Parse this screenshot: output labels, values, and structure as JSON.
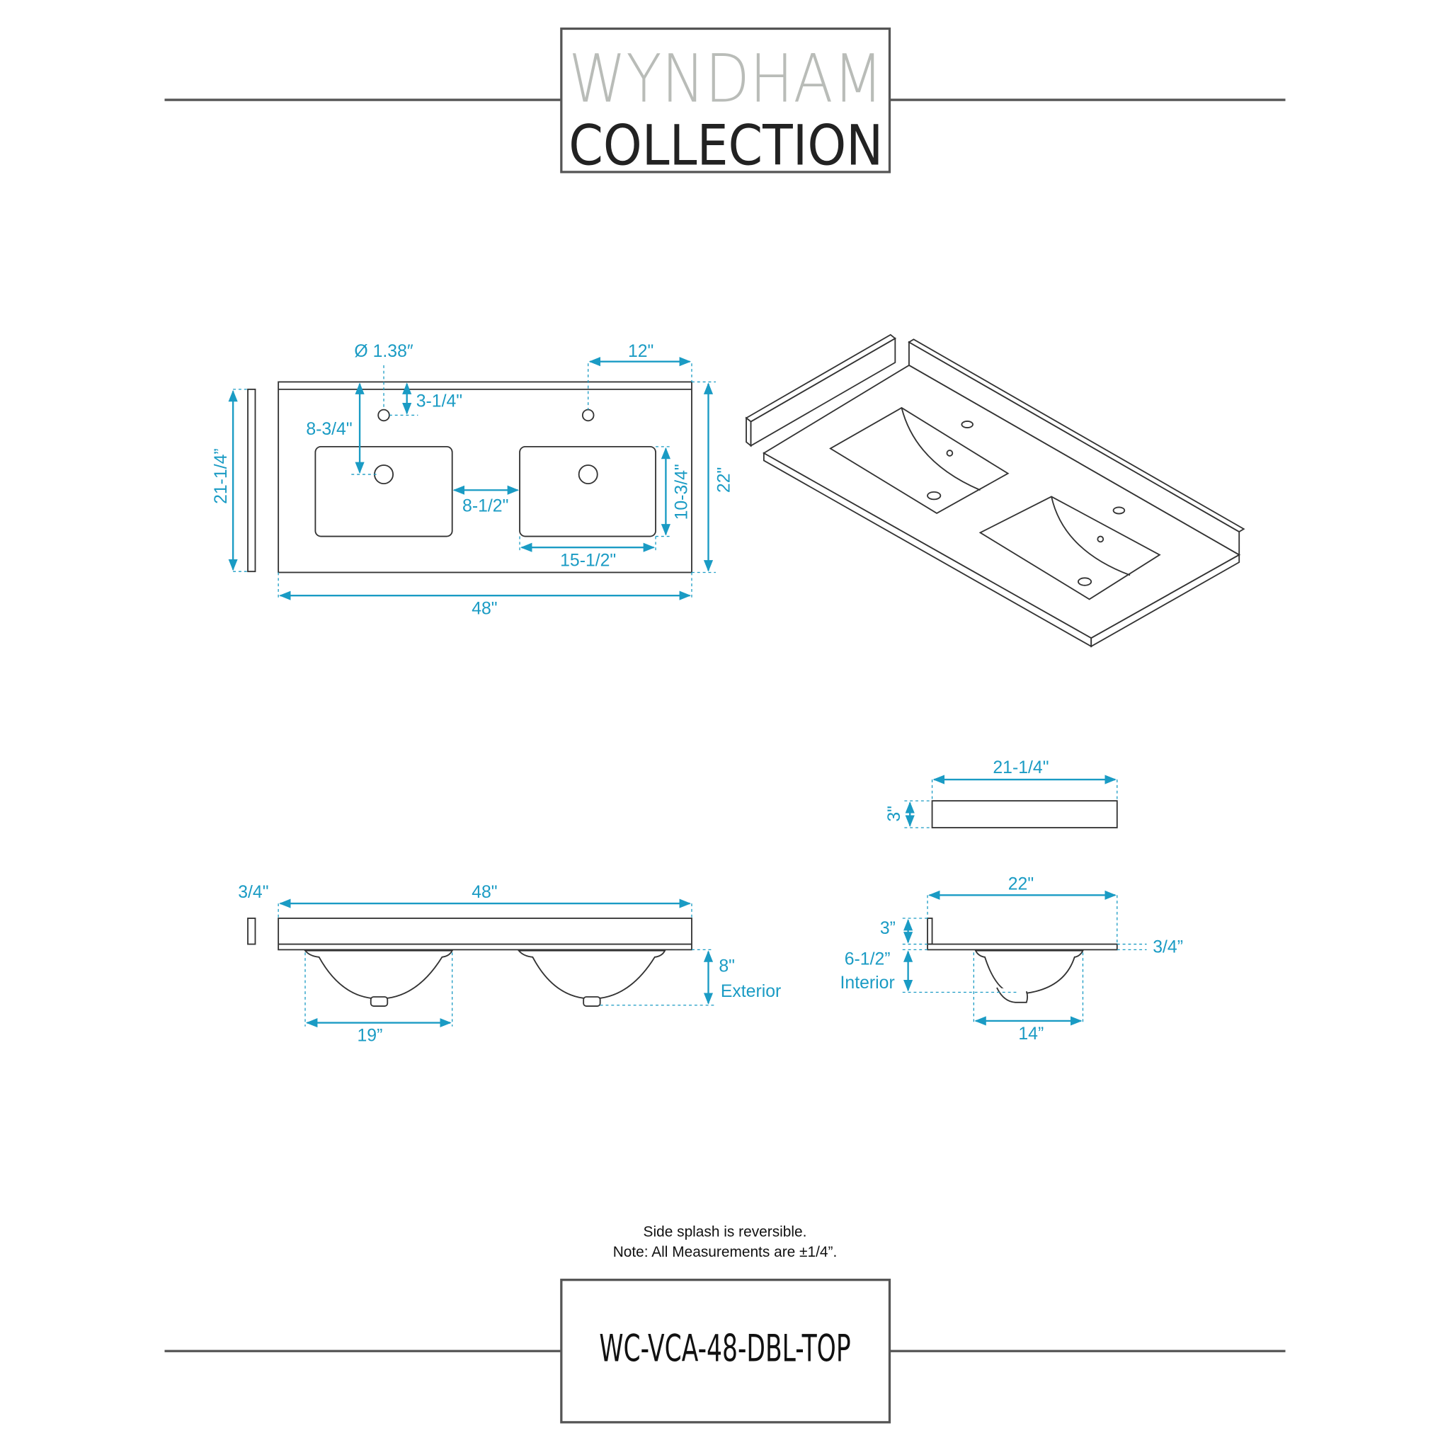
{
  "brand": {
    "line1": "WYNDHAM",
    "line2": "COLLECTION"
  },
  "colors": {
    "dimension": "#1a9bc4",
    "outline": "#333333"
  },
  "top_view": {
    "splash_length": "21-1/4”",
    "faucet_hole": "Ø 1.38″",
    "hole_spacing_from_edge": "12\"",
    "hole_from_back": "3-1/4\"",
    "drain_from_back": "8-3/4\"",
    "basin_gap": "8-1/2\"",
    "basin_depth": "10-3/4\"",
    "basin_width": "15-1/2\"",
    "depth": "22\"",
    "width": "48\""
  },
  "front_view": {
    "splash_thickness": "3/4\"",
    "width": "48\"",
    "exterior_height": "8\"",
    "exterior_label": "Exterior",
    "bowl_width": "19”"
  },
  "side_splash_view": {
    "length": "21-1/4\"",
    "height": "3\""
  },
  "side_view": {
    "depth": "22\"",
    "splash_height": "3”",
    "thickness": "3/4”",
    "interior_height": "6-1/2”",
    "interior_label": "Interior",
    "bowl_width": "14”"
  },
  "notes": [
    "Side splash is reversible.",
    "Note: All Measurements are ±1/4”."
  ],
  "model": "WC-VCA-48-DBL-TOP"
}
